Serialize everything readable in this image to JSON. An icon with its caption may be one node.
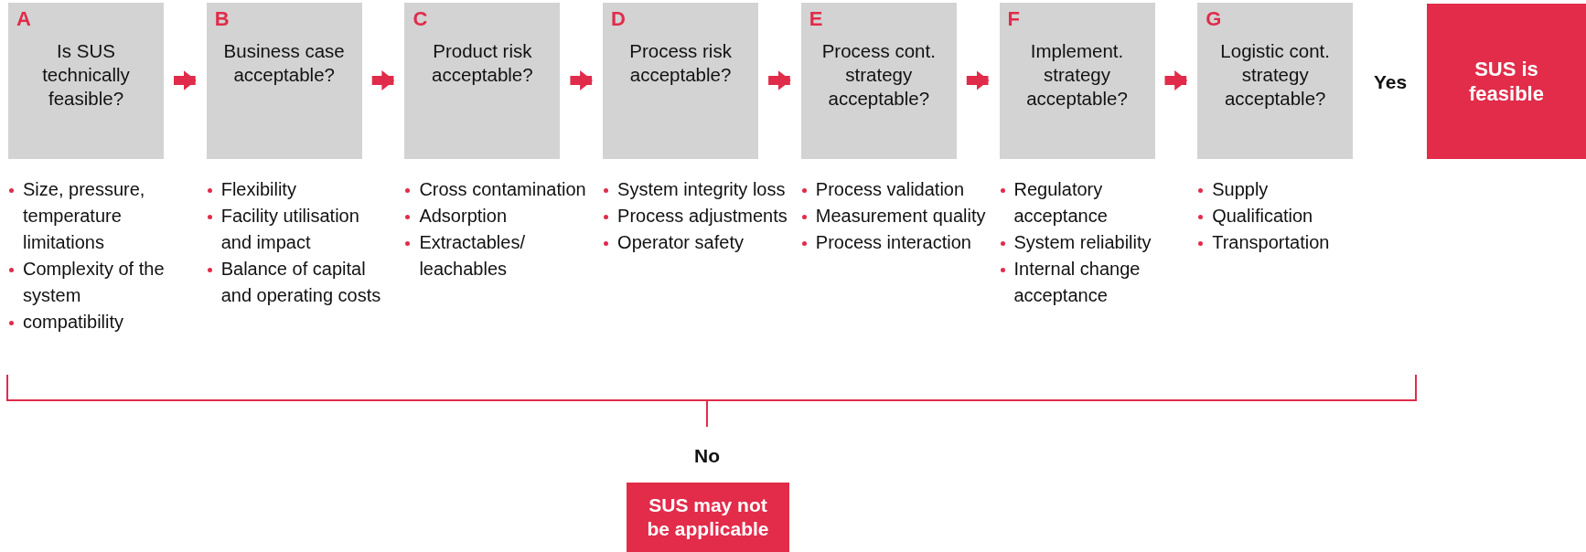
{
  "diagram": {
    "nodes": [
      {
        "text": [
          "A",
          "Is SUS technically feasible?"
        ],
        "beside": [
          "Size, pressure, temperature limitations",
          "Complexity of the system",
          "compatibility"
        ]
      },
      {
        "text": [
          "B",
          "Business case acceptable?"
        ],
        "beside": [
          "Flexibility",
          "Facility utilisation and impact",
          "Balance of capital and operating costs"
        ]
      },
      {
        "text": [
          "C",
          "Product risk acceptable?"
        ],
        "beside": [
          "Cross contamination",
          "Adsorption",
          "Extractables/ leachables"
        ]
      },
      {
        "text": [
          "D",
          "Process risk acceptable?"
        ],
        "beside": [
          "System integrity loss",
          "Process adjustments",
          "Operator safety"
        ]
      },
      {
        "text": [
          "E",
          "Process cont. strategy acceptable?"
        ],
        "beside": [
          "Process validation",
          "Measurement quality",
          "Process interaction"
        ]
      },
      {
        "text": [
          "F",
          "Implement. strategy acceptable?"
        ],
        "beside": [
          "Regulatory acceptance",
          "System reliability",
          "Internal change acceptance"
        ]
      },
      {
        "text": [
          "G",
          "Logistic cont. strategy acceptable?"
        ],
        "beside": [
          "Supply",
          "Qualification",
          "Transportation"
        ]
      },
      {
        "text": [
          "SUS is feasible"
        ]
      },
      {
        "text": [
          "SUS may not be applicable"
        ]
      }
    ],
    "edges": [
      {
        "from": 0,
        "to": 1,
        "arrow": "to"
      },
      {
        "from": 1,
        "to": 2,
        "arrow": "to"
      },
      {
        "from": 2,
        "to": 3,
        "arrow": "to"
      },
      {
        "from": 3,
        "to": 4,
        "arrow": "to"
      },
      {
        "from": 4,
        "to": 5,
        "arrow": "to"
      },
      {
        "from": 5,
        "to": 6,
        "arrow": "to"
      }
    ],
    "labels": [
      "Yes",
      "No"
    ]
  }
}
